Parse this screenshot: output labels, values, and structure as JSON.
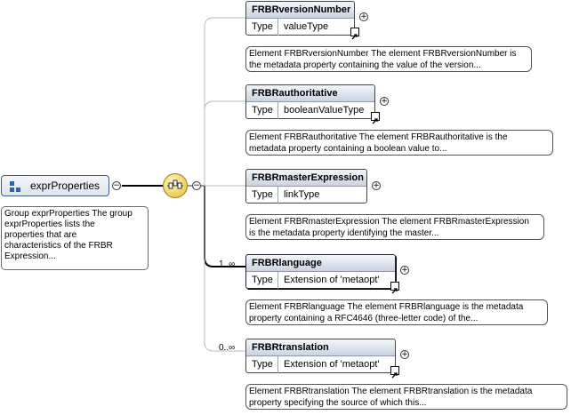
{
  "group": {
    "name": "exprProperties",
    "doc": [
      "Group exprProperties The group",
      "exprProperties lists the",
      "properties that are",
      "characteristics of the FRBR",
      "Expression..."
    ]
  },
  "elements": [
    {
      "name": "FRBRversionNumber",
      "type_key": "Type",
      "type_value": "valueType",
      "cardinality": "",
      "doc": [
        "Element FRBRversionNumber The element FRBRversionNumber is",
        "the metadata property containing the value of the version..."
      ]
    },
    {
      "name": "FRBRauthoritative",
      "type_key": "Type",
      "type_value": "booleanValueType",
      "cardinality": "",
      "doc": [
        "Element FRBRauthoritative The element FRBRauthoritative is the",
        "metadata property containing a boolean value to..."
      ]
    },
    {
      "name": "FRBRmasterExpression",
      "type_key": "Type",
      "type_value": "linkType",
      "cardinality": "",
      "doc": [
        "Element FRBRmasterExpression The element FRBRmasterExpression",
        "is the metadata property identifying the master..."
      ]
    },
    {
      "name": "FRBRlanguage",
      "type_key": "Type",
      "type_value": "Extension of 'metaopt'",
      "cardinality": "1..∞",
      "doc": [
        "Element FRBRlanguage The element FRBRlanguage is the metadata",
        "property containing a RFC4646 (three-letter code) of the..."
      ]
    },
    {
      "name": "FRBRtranslation",
      "type_key": "Type",
      "type_value": "Extension of 'metaopt'",
      "cardinality": "0..∞",
      "doc": [
        "Element FRBRtranslation The element FRBRtranslation is the metadata",
        "property specifying the source of which this..."
      ]
    }
  ],
  "symbols": {
    "expand": "+",
    "collapse": "−"
  },
  "colors": {
    "header_top": "#f4f7fb",
    "header_bottom": "#c9d3e1",
    "compositor": "#f0cc55",
    "group_icon": "#2a63b0"
  }
}
